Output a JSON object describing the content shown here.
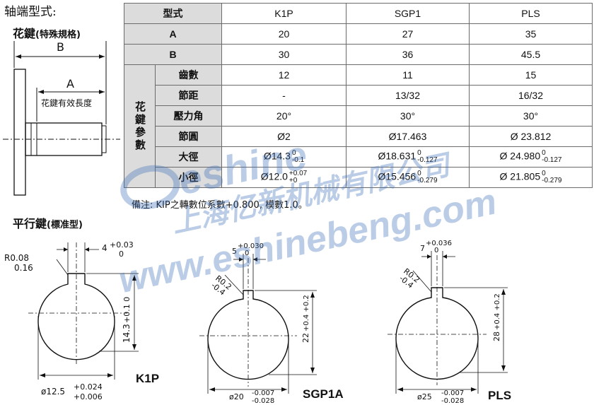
{
  "titles": {
    "main": "轴端型式:",
    "spline": "花鍵",
    "spline_sub": "(特殊規格)",
    "key": "平行鍵",
    "key_sub": "(標准型)"
  },
  "spline_drawing": {
    "dim_b": "B",
    "dim_a": "A",
    "dim_a_note": "花鍵有效長度"
  },
  "table": {
    "header": [
      "型式",
      "K1P",
      "SGP1",
      "PLS"
    ],
    "row_a": {
      "label": "A",
      "values": [
        "20",
        "27",
        "35"
      ]
    },
    "row_b": {
      "label": "B",
      "values": [
        "30",
        "36",
        "45.5"
      ]
    },
    "group_label": "花鍵參數",
    "teeth": {
      "label": "齒數",
      "values": [
        "12",
        "11",
        "15"
      ]
    },
    "pitch": {
      "label": "節距",
      "values": [
        "-",
        "13/32",
        "16/32"
      ]
    },
    "pressure": {
      "label": "壓力角",
      "values": [
        "20°",
        "30°",
        "30°"
      ]
    },
    "pitch_circle": {
      "label": "節圓",
      "values": [
        "Ø2",
        "Ø17.463",
        "Ø 23.812"
      ]
    },
    "major": {
      "label": "大徑",
      "values": [
        "Ø14.3",
        "Ø18.631",
        "Ø 24.980"
      ],
      "tol_upper": [
        "0",
        "0",
        "0"
      ],
      "tol_lower": [
        "-0.1",
        "-0.127",
        "-0.127"
      ]
    },
    "minor": {
      "label": "小徑",
      "values": [
        "Ø12.0",
        "Ø15.456",
        "Ø 21.805"
      ],
      "tol_upper": [
        "+0.07",
        "0",
        "0"
      ],
      "tol_lower": [
        "+0",
        "-0.279",
        "-0.279"
      ]
    }
  },
  "note": "備注: KIP之轉數位系數+0.800, 模數1.0。",
  "keys": {
    "k1p": {
      "label": "K1P",
      "fillet": "R0.08",
      "fillet2": "0.16",
      "width": "4",
      "width_tol_up": "+0.03",
      "width_tol_low": "0",
      "height": "14.3",
      "height_tol": "+0.1 0",
      "dia": "ø12.5",
      "dia_tol_up": "+0.024",
      "dia_tol_low": "+0.006"
    },
    "sgp1a": {
      "label": "SGP1A",
      "fillet": "R0.2",
      "fillet2": "-0.4",
      "width": "5",
      "width_tol_up": "+0.030",
      "width_tol_low": "0",
      "height": "22",
      "height_tol": "+0.4 +0.2",
      "dia": "ø20",
      "dia_tol_up": "-0.007",
      "dia_tol_low": "-0.028"
    },
    "pls": {
      "label": "PLS",
      "fillet": "R0.2",
      "fillet2": "-0.4",
      "width": "7",
      "width_tol_up": "+0.036",
      "width_tol_low": "0",
      "height": "28",
      "height_tol": "+0.4 +0.2",
      "dia": "ø25",
      "dia_tol_up": "-0.007",
      "dia_tol_low": "-0.028"
    }
  },
  "watermark": {
    "brand": "eshine",
    "company": "上海亿新机械有限公司",
    "url": "www.eshinebeng.com",
    "color": "#3d6fb8"
  }
}
